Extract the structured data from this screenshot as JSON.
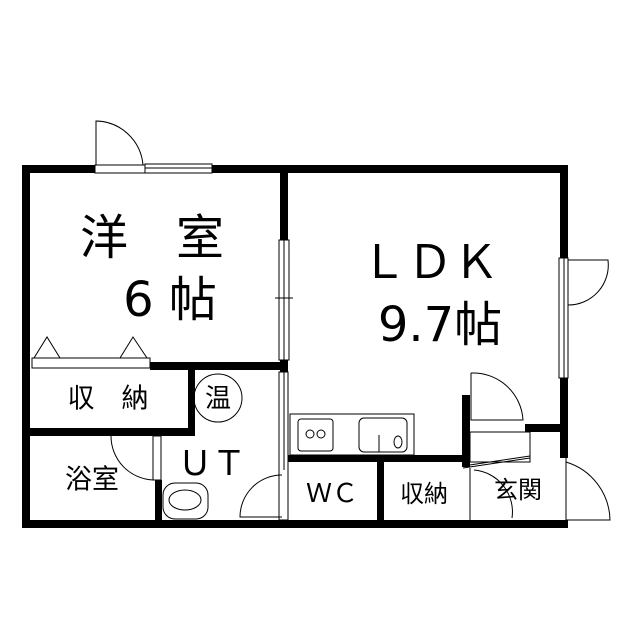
{
  "rooms": {
    "western_room": {
      "name": "洋　室",
      "size": "6 帖"
    },
    "ldk": {
      "name": "ＬＤＫ",
      "size": "9.7帖"
    },
    "closet_left": {
      "name": "収　納"
    },
    "water_heater": {
      "name": "温"
    },
    "utility": {
      "name": "ＵＴ"
    },
    "bathroom": {
      "name": "浴室"
    },
    "toilet": {
      "name": "ＷＣ"
    },
    "closet_right": {
      "name": "収納"
    },
    "entrance": {
      "name": "玄関"
    }
  },
  "colors": {
    "wall": "#000000",
    "background": "#ffffff"
  }
}
